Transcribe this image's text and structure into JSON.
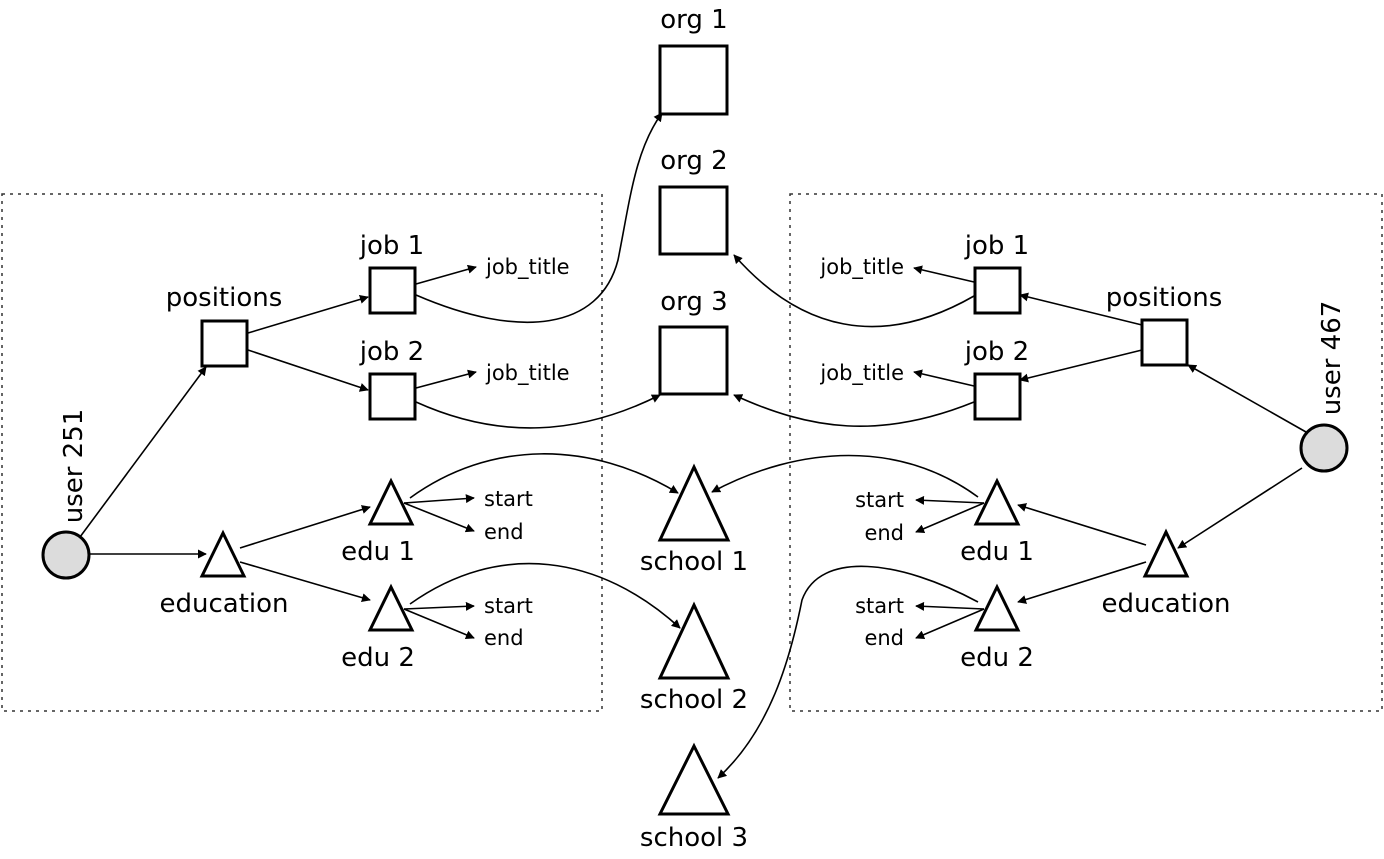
{
  "colors": {
    "user_fill": "#dcdcdc",
    "ink": "#000000"
  },
  "labels": {
    "user_251": "user 251",
    "user_467": "user 467",
    "positions_left": "positions",
    "positions_right": "positions",
    "education_left": "education",
    "education_right": "education",
    "job1_left": "job 1",
    "job2_left": "job 2",
    "job1_right": "job 1",
    "job2_right": "job 2",
    "edu1_left": "edu 1",
    "edu2_left": "edu 2",
    "edu1_right": "edu 1",
    "edu2_right": "edu 2",
    "org1": "org 1",
    "org2": "org 2",
    "org3": "org 3",
    "school1": "school 1",
    "school2": "school 2",
    "school3": "school 3",
    "job1_left_title": "job_title",
    "job2_left_title": "job_title",
    "job1_right_title": "job_title",
    "job2_right_title": "job_title",
    "edu1_left_start": "start",
    "edu1_left_end": "end",
    "edu2_left_start": "start",
    "edu2_left_end": "end",
    "edu1_right_start": "start",
    "edu1_right_end": "end",
    "edu2_right_start": "start",
    "edu2_right_end": "end"
  }
}
